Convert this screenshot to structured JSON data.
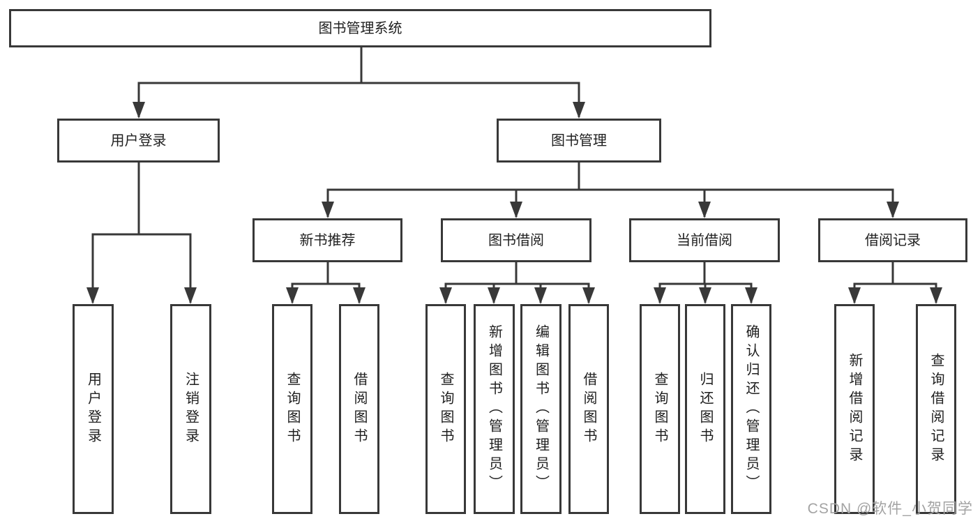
{
  "diagram": {
    "type": "hierarchy-tree",
    "root": {
      "label": "图书管理系统",
      "children": [
        {
          "label": "用户登录",
          "children": [
            {
              "label": "用户登录"
            },
            {
              "label": "注销登录"
            }
          ]
        },
        {
          "label": "图书管理",
          "children": [
            {
              "label": "新书推荐",
              "children": [
                {
                  "label": "查询图书"
                },
                {
                  "label": "借阅图书"
                }
              ]
            },
            {
              "label": "图书借阅",
              "children": [
                {
                  "label": "查询图书"
                },
                {
                  "label": "新增图书（管理员）"
                },
                {
                  "label": "编辑图书（管理员）"
                },
                {
                  "label": "借阅图书"
                }
              ]
            },
            {
              "label": "当前借阅",
              "children": [
                {
                  "label": "查询图书"
                },
                {
                  "label": "归还图书"
                },
                {
                  "label": "确认归还（管理员）"
                }
              ]
            },
            {
              "label": "借阅记录",
              "children": [
                {
                  "label": "新增借阅记录"
                },
                {
                  "label": "查询借阅记录"
                }
              ]
            }
          ]
        }
      ]
    },
    "colors": {
      "line": "#383838",
      "box_border": "#383838",
      "box_fill": "#ffffff",
      "text": "#1f1f1f",
      "background": "#ffffff"
    }
  },
  "watermark": {
    "text": "CSDN @软件_小贺同学",
    "color": "#a3a3a3"
  }
}
